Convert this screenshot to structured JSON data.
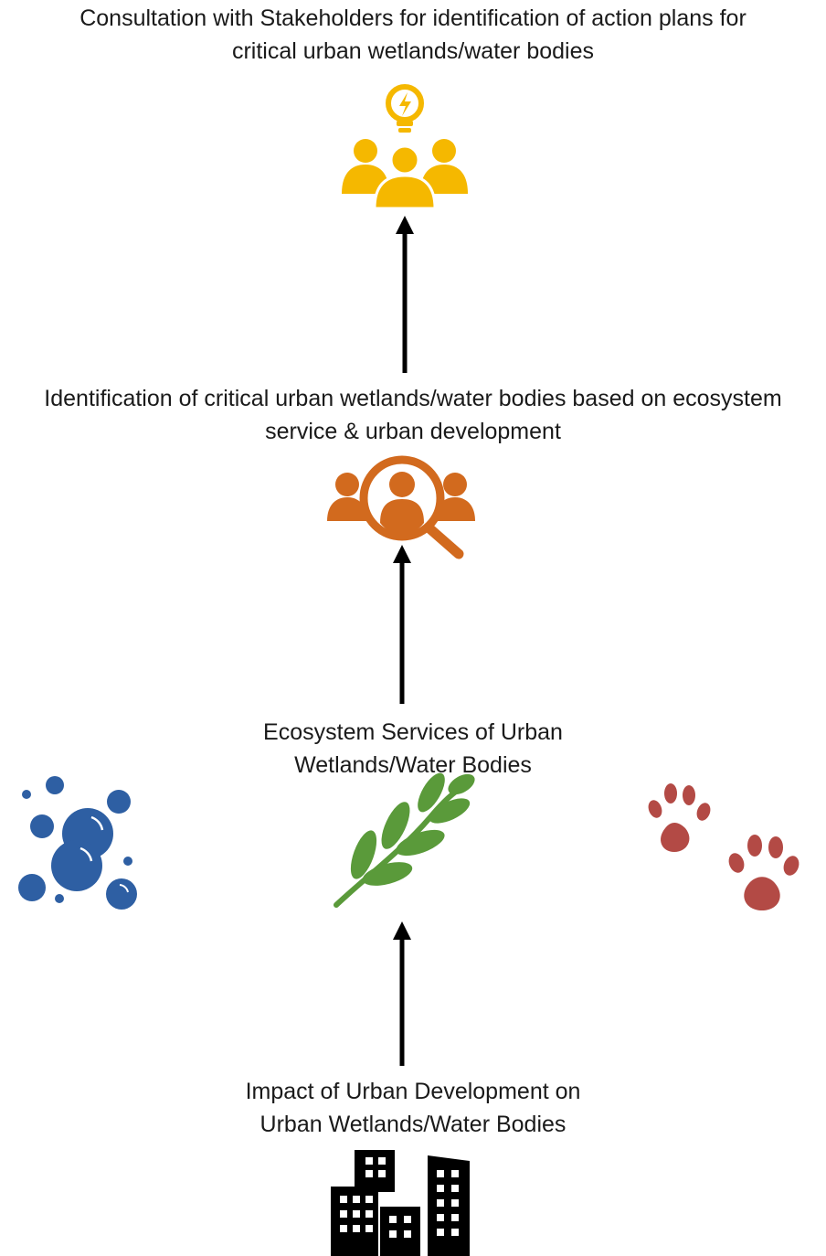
{
  "steps": {
    "consultation": "Consultation with Stakeholders for identification of action plans for\ncritical urban wetlands/water bodies",
    "identification": "Identification of critical urban wetlands/water bodies based on ecosystem\nservice & urban development",
    "ecosystem_services": "Ecosystem Services of Urban\nWetlands/Water Bodies",
    "impact": "Impact of Urban Development on\nUrban Wetlands/Water Bodies"
  },
  "icons": {
    "consultation": "stakeholders-lightbulb-icon",
    "identification": "people-search-magnifier-icon",
    "water": "water-bubbles-icon",
    "plant": "leaf-branch-icon",
    "wildlife": "paw-prints-icon",
    "city": "city-buildings-icon"
  },
  "colors": {
    "consultation": "#F5B800",
    "identification": "#D26A1E",
    "water": "#2E5FA3",
    "plant": "#5A9A3A",
    "wildlife": "#B34A45",
    "city": "#000000",
    "arrow": "#000000"
  }
}
